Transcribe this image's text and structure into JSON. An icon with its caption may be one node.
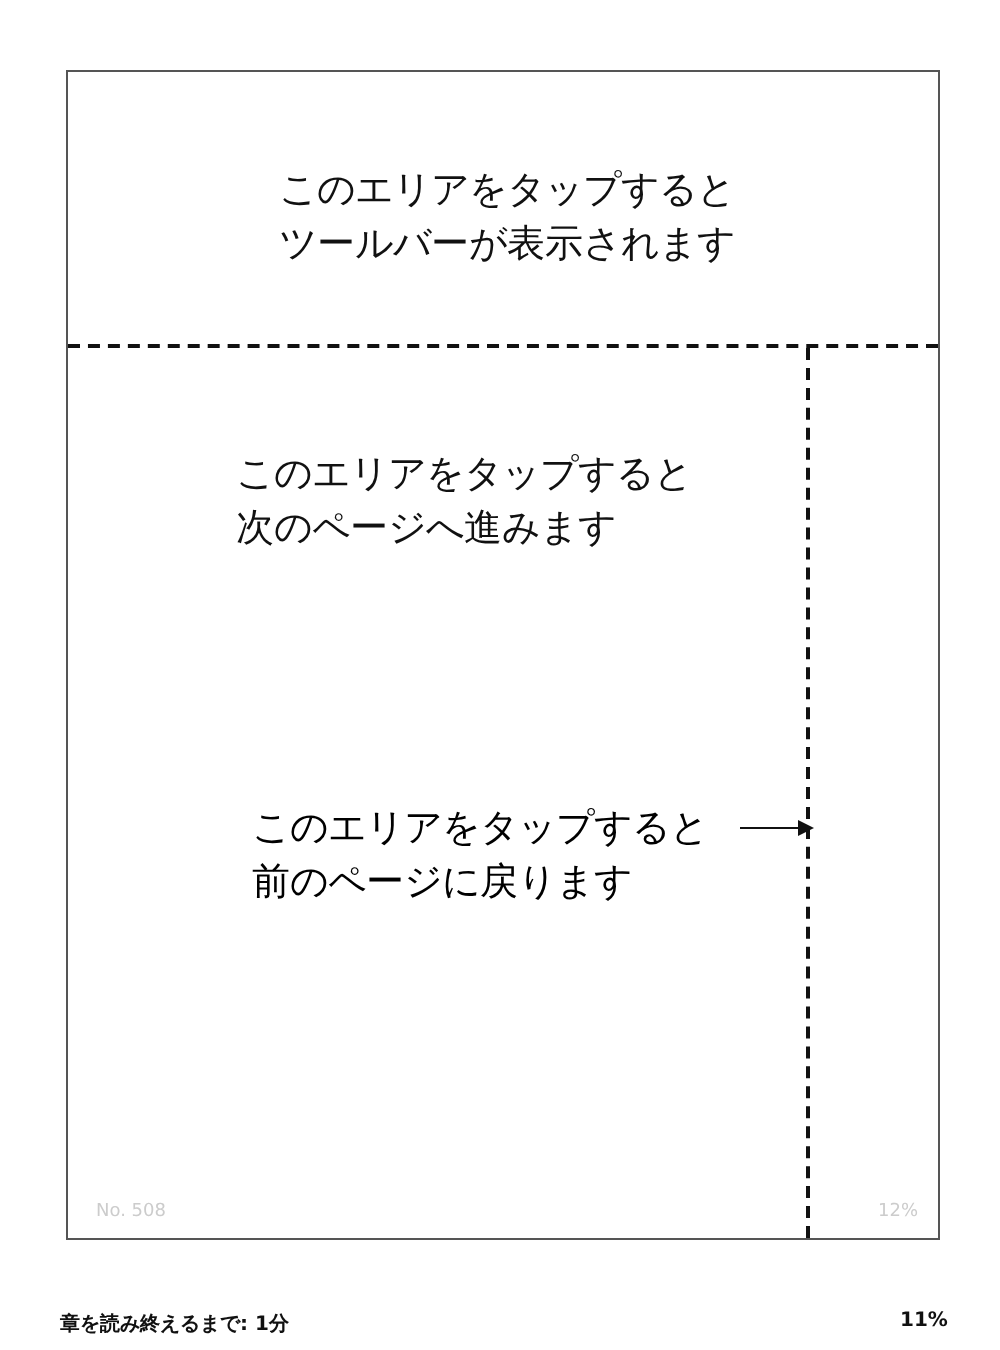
{
  "diagram": {
    "nodes": [
      {
        "text": [],
        "shape": "box"
      },
      {
        "text": [
          "このエリアをタップするとツールバーが表示されます"
        ],
        "in": 0
      },
      {
        "text": [
          "このエリアをタップすると次のページへ進みます"
        ],
        "in": 0
      },
      {
        "text": [
          "このエリアをタップすると前のページに戻ります"
        ],
        "in": 2
      },
      {
        "text": [],
        "shape": "box",
        "in": 0
      }
    ],
    "edges": [
      {
        "from": 3,
        "to": 4,
        "arrow": "to"
      }
    ],
    "labels": [
      "No. 508",
      "12%",
      "章を読み終えるまで: 1分",
      "11%"
    ]
  }
}
